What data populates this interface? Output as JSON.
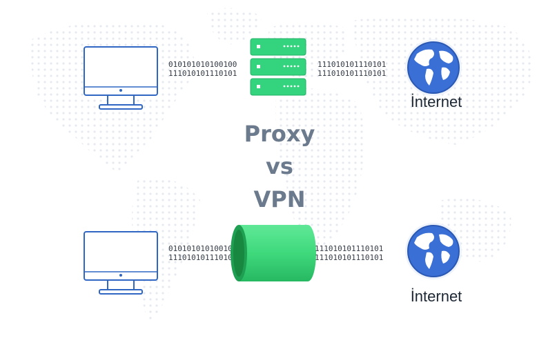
{
  "title": {
    "line1": "Proxy",
    "line2": "vs",
    "line3": "VPN"
  },
  "proxy_row": {
    "left_binary": [
      "010101010100100",
      "111010101110101"
    ],
    "right_binary": [
      "111010101110101",
      "111010101110101"
    ],
    "server_color": "#34d47f",
    "internet_label": "İnternet"
  },
  "vpn_row": {
    "left_binary": [
      "010101010100101",
      "111010101110101"
    ],
    "right_binary": [
      "111010101110101",
      "111010101110101"
    ],
    "tunnel_color": "#3fd97c",
    "internet_label": "İnternet"
  },
  "colors": {
    "monitor_stroke": "#2f66c4",
    "monitor_screen": "#ffffff",
    "globe_ocean": "#3a6fd6",
    "globe_land": "#ffffff",
    "title_text": "#6b7a8c",
    "map_dots": "#e8ecf1"
  }
}
